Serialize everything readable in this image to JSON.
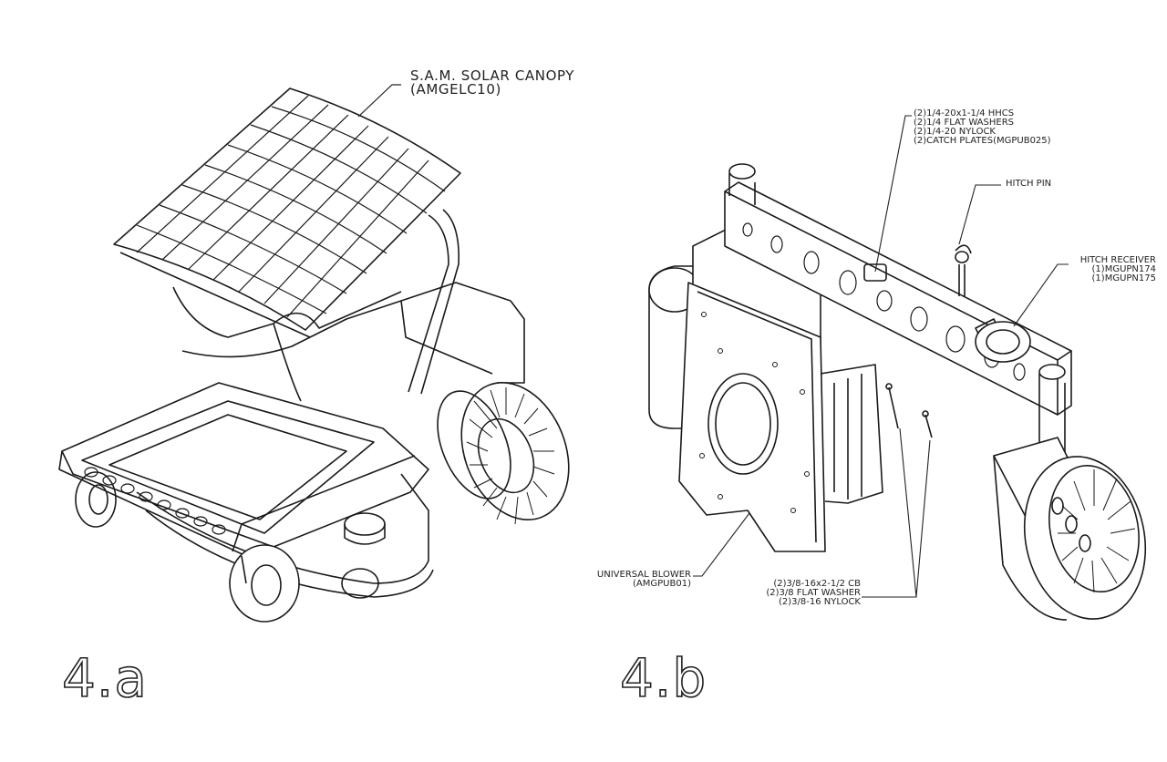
{
  "figures": {
    "a": {
      "label": "4.a",
      "callout": [
        "S.A.M. SOLAR CANOPY",
        "(AMGELC10)"
      ]
    },
    "b": {
      "label": "4.b",
      "hardware_top": [
        "(2)1/4-20x1-1/4 HHCS",
        "(2)1/4 FLAT WASHERS",
        "(2)1/4-20 NYLOCK",
        "(2)CATCH PLATES(MGPUB025)"
      ],
      "hitch_pin": "HITCH PIN",
      "hitch_receiver": [
        "HITCH RECEIVER",
        "(1)MGUPN174",
        "(1)MGUPN175"
      ],
      "blower": [
        "UNIVERSAL BLOWER",
        "(AMGPUB01)"
      ],
      "hardware_bottom": [
        "(2)3/8-16x2-1/2 CB",
        "(2)3/8 FLAT WASHER",
        "(2)3/8-16 NYLOCK"
      ]
    }
  }
}
